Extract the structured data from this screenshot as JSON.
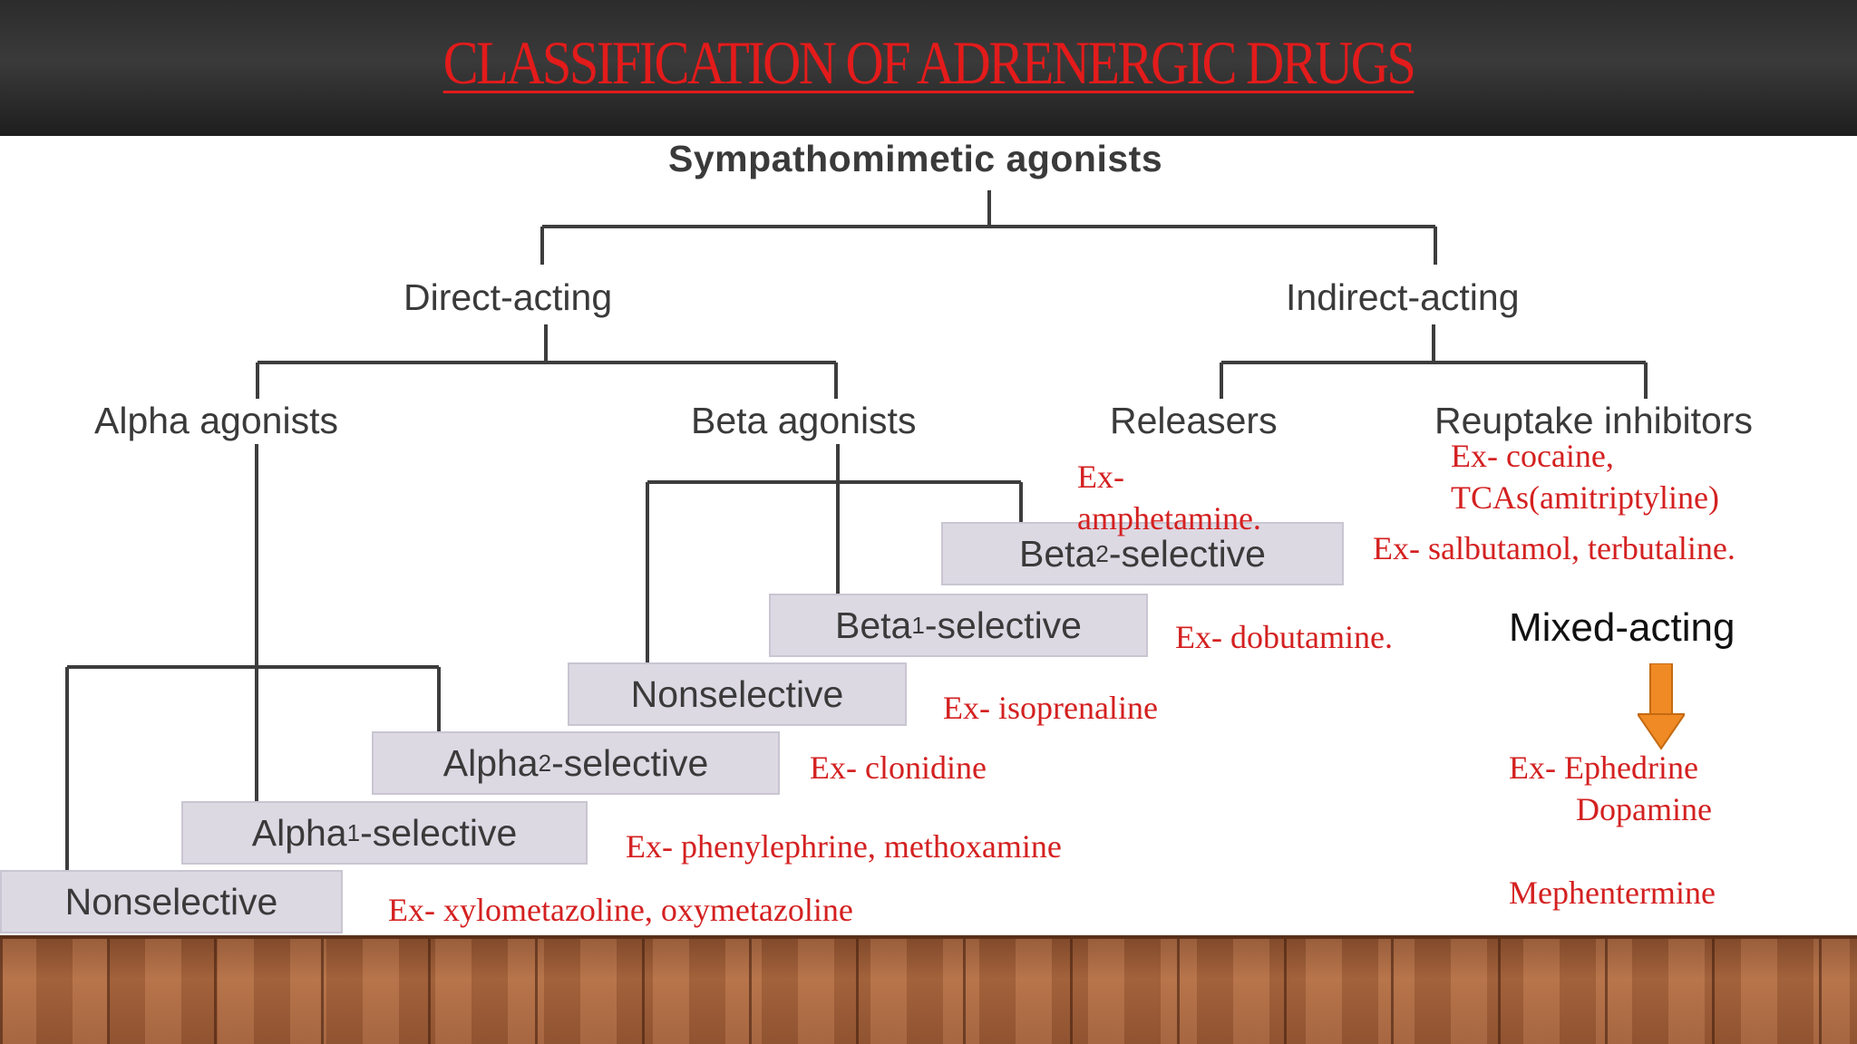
{
  "slide": {
    "title": "CLASSIFICATION OF ADRENERGIC DRUGS"
  },
  "tree": {
    "root": "Sympathomimetic agonists",
    "direct": "Direct-acting",
    "indirect": "Indirect-acting",
    "alpha": "Alpha agonists",
    "beta": "Beta agonists",
    "releasers": "Releasers",
    "reuptake": "Reuptake inhibitors",
    "beta2": {
      "pre": "Beta",
      "sub": "2",
      "post": "-selective"
    },
    "beta1": {
      "pre": "Beta",
      "sub": "1",
      "post": "-selective"
    },
    "beta_nonselective": "Nonselective",
    "alpha2": {
      "pre": "Alpha",
      "sub": "2",
      "post": "-selective"
    },
    "alpha1": {
      "pre": "Alpha",
      "sub": "1",
      "post": "-selective"
    },
    "alpha_nonselective": "Nonselective"
  },
  "examples": {
    "releasers_1": "Ex-",
    "releasers_2": "amphetamine.",
    "reuptake_1": "Ex- cocaine,",
    "reuptake_2": "TCAs(amitriptyline)",
    "beta2": "Ex- salbutamol, terbutaline.",
    "beta1": "Ex- dobutamine.",
    "beta_nonselective": "Ex- isoprenaline",
    "alpha2": "Ex- clonidine",
    "alpha1": "Ex- phenylephrine, methoxamine",
    "alpha_nonselective": "Ex- xylometazoline, oxymetazoline"
  },
  "mixed": {
    "label": "Mixed-acting",
    "ex_1": "Ex- Ephedrine",
    "ex_2": "Dopamine",
    "ex_3": "Mephentermine"
  },
  "colors": {
    "title": "#e31b1b",
    "examples": "#d42020",
    "arrow": "#f08a24",
    "box": "#dcd9e3"
  }
}
